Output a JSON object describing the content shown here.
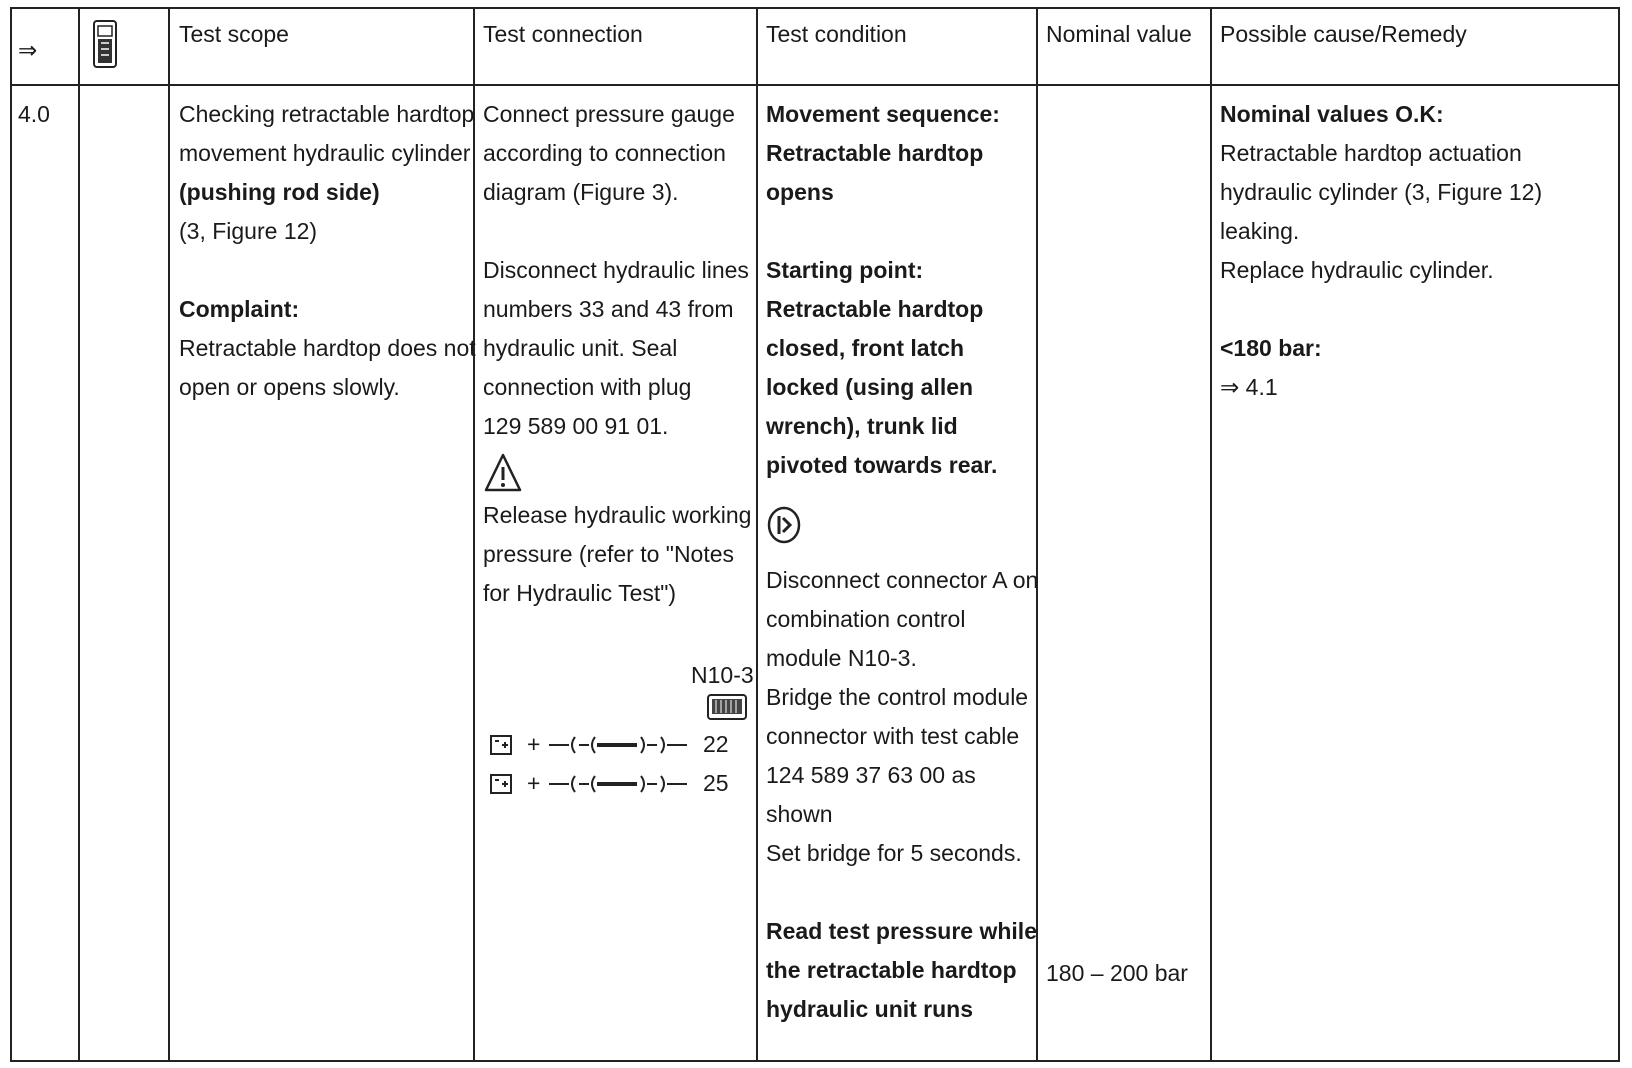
{
  "header": {
    "arrow": "⇒",
    "tester_icon": "diagnostic-tester-icon",
    "test_scope": "Test scope",
    "test_connection": "Test connection",
    "test_condition": "Test condition",
    "nominal_value": "Nominal value",
    "possible_cause": "Possible cause/Remedy"
  },
  "row": {
    "step": "4.0",
    "scope": {
      "lines": [
        "Checking retractable hardtop",
        "movement hydraulic cylinder"
      ],
      "bold_line": "(pushing rod side)",
      "ref": "(3, Figure 12)",
      "complaint_title": "Complaint:",
      "complaint_lines": [
        "Retractable hardtop does not",
        "open or opens slowly."
      ]
    },
    "connection": {
      "lines1": [
        "Connect pressure gauge",
        "according to connection",
        "diagram (Figure 3)."
      ],
      "lines2": [
        "Disconnect hydraulic lines",
        "numbers 33 and 43 from",
        "hydraulic unit.  Seal",
        "connection with plug",
        "129 589 00 91 01."
      ],
      "warning_icon": "warning-triangle-icon",
      "lines3": [
        "Release   hydraulic working",
        "pressure (refer to \"Notes",
        "for Hydraulic Test\")"
      ],
      "module_label": "N10-3",
      "module_icon": "connector-icon",
      "pins": [
        "22",
        "25"
      ],
      "battery_icon": "battery-plus-icon",
      "plus": "+"
    },
    "condition": {
      "bold_lines1": [
        "Movement sequence:",
        "Retractable hardtop",
        "opens"
      ],
      "bold_lines2": [
        "Starting point:",
        "Retractable hardtop",
        "closed, front latch",
        "locked (using allen",
        "wrench), trunk lid",
        "pivoted towards rear."
      ],
      "ignition_icon": "ignition-icon",
      "lines3": [
        "Disconnect connector A on",
        "combination control",
        "module N10-3.",
        "Bridge the control module",
        "connector with test cable",
        "124 589 37 63 00 as",
        "shown",
        "Set bridge for 5 seconds."
      ],
      "bold_lines4": [
        "Read test pressure while",
        "the retractable hardtop",
        "hydraulic unit runs"
      ]
    },
    "nominal": "180 – 200 bar",
    "cause": {
      "ok_title": "Nominal values O.K:",
      "ok_lines": [
        "Retractable hardtop actuation",
        "hydraulic cylinder (3, Figure 12)",
        "leaking.",
        "Replace hydraulic cylinder."
      ],
      "low_title": "<180 bar:",
      "low_ref": "⇒ 4.1"
    }
  }
}
